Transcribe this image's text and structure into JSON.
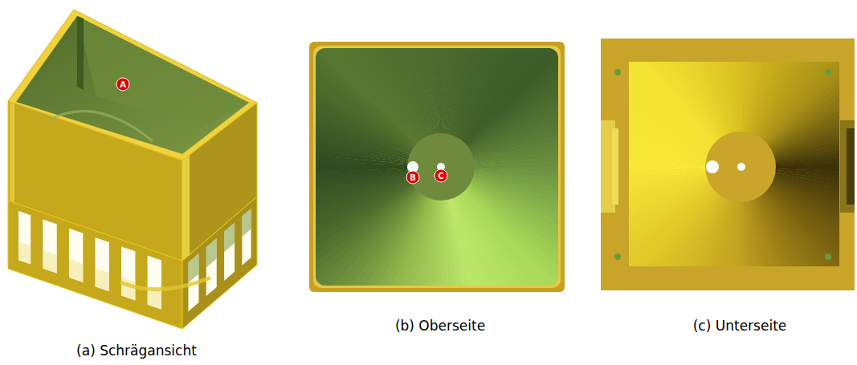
{
  "diagram": {
    "labels": [
      "A",
      "B",
      "C",
      "(a) Schrägansicht",
      "(b) Oberseite",
      "(c) Unterseite"
    ]
  }
}
